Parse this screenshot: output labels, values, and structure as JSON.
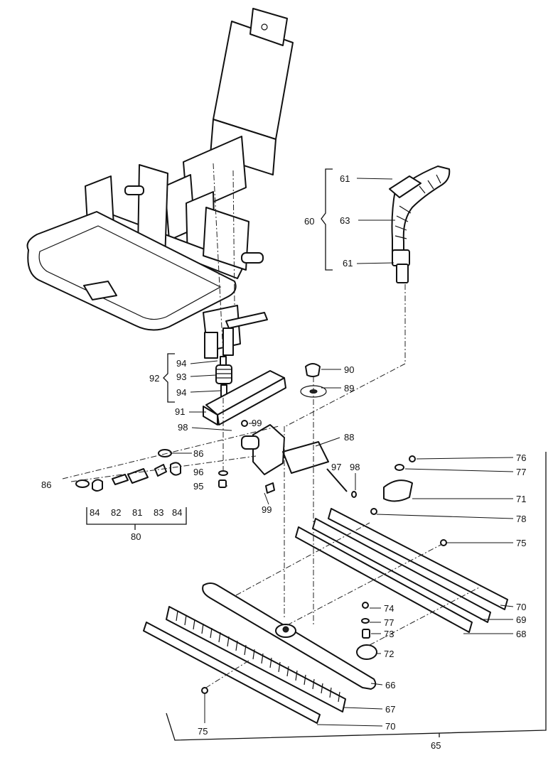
{
  "callouts": {
    "c60": "60",
    "c61a": "61",
    "c63": "63",
    "c61b": "61",
    "c92": "92",
    "c94a": "94",
    "c93": "93",
    "c94b": "94",
    "c91": "91",
    "c98a": "98",
    "c99a": "99",
    "c90": "90",
    "c89": "89",
    "c88": "88",
    "c86a": "86",
    "c86b": "86",
    "c96": "96",
    "c95": "95",
    "c97": "97",
    "c98b": "98",
    "c99b": "99",
    "c84a": "84",
    "c82": "82",
    "c81": "81",
    "c83": "83",
    "c84b": "84",
    "c80": "80",
    "c76": "76",
    "c77a": "77",
    "c71": "71",
    "c78": "78",
    "c75a": "75",
    "c70a": "70",
    "c69": "69",
    "c68": "68",
    "c74": "74",
    "c77b": "77",
    "c73": "73",
    "c72": "72",
    "c66": "66",
    "c67": "67",
    "c70b": "70",
    "c75b": "75",
    "c65": "65"
  }
}
